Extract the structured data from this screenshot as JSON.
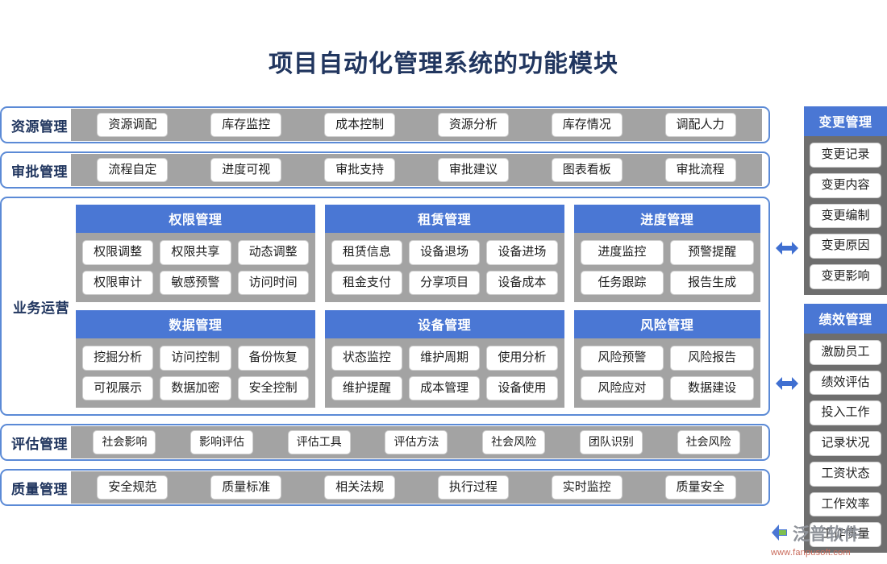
{
  "title": "项目自动化管理系统的功能模块",
  "top_rows": [
    {
      "label": "资源管理",
      "chips": [
        "资源调配",
        "库存监控",
        "成本控制",
        "资源分析",
        "库存情况",
        "调配人力"
      ]
    },
    {
      "label": "审批管理",
      "chips": [
        "流程自定",
        "进度可视",
        "审批支持",
        "审批建议",
        "图表看板",
        "审批流程"
      ]
    }
  ],
  "business": {
    "label": "业务运营",
    "groups": [
      {
        "head": "权限管理",
        "rows": [
          [
            "权限调整",
            "权限共享",
            "动态调整"
          ],
          [
            "权限审计",
            "敏感预警",
            "访问时间"
          ]
        ]
      },
      {
        "head": "租赁管理",
        "rows": [
          [
            "租赁信息",
            "设备退场",
            "设备进场"
          ],
          [
            "租金支付",
            "分享项目",
            "设备成本"
          ]
        ]
      },
      {
        "head": "进度管理",
        "rows": [
          [
            "进度监控",
            "预警提醒"
          ],
          [
            "任务跟踪",
            "报告生成"
          ]
        ]
      },
      {
        "head": "数据管理",
        "rows": [
          [
            "挖掘分析",
            "访问控制",
            "备份恢复"
          ],
          [
            "可视展示",
            "数据加密",
            "安全控制"
          ]
        ]
      },
      {
        "head": "设备管理",
        "rows": [
          [
            "状态监控",
            "维护周期",
            "使用分析"
          ],
          [
            "维护提醒",
            "成本管理",
            "设备使用"
          ]
        ]
      },
      {
        "head": "风险管理",
        "rows": [
          [
            "风险预警",
            "风险报告"
          ],
          [
            "风险应对",
            "数据建设"
          ]
        ]
      }
    ]
  },
  "bottom_rows": [
    {
      "label": "评估管理",
      "chips": [
        "社会影响",
        "影响评估",
        "评估工具",
        "评估方法",
        "社会风险",
        "团队识别",
        "社会风险"
      ]
    },
    {
      "label": "质量管理",
      "chips": [
        "安全规范",
        "质量标准",
        "相关法规",
        "执行过程",
        "实时监控",
        "质量安全"
      ]
    }
  ],
  "side_panels": [
    {
      "head": "变更管理",
      "items": [
        "变更记录",
        "变更内容",
        "变更编制",
        "变更原因",
        "变更影响"
      ]
    },
    {
      "head": "绩效管理",
      "items": [
        "激励员工",
        "绩效评估",
        "投入工作",
        "记录状况",
        "工资状态",
        "工作效率",
        "工作质量"
      ]
    }
  ],
  "logo": {
    "name": "泛普软件",
    "url": "www.fanpusoft.com"
  },
  "colors": {
    "accent_blue": "#4a77d4",
    "border_blue": "#5b8ad6",
    "title_navy": "#21365f",
    "band_gray": "#a3a3a3",
    "panel_gray": "#6e6e6e"
  }
}
